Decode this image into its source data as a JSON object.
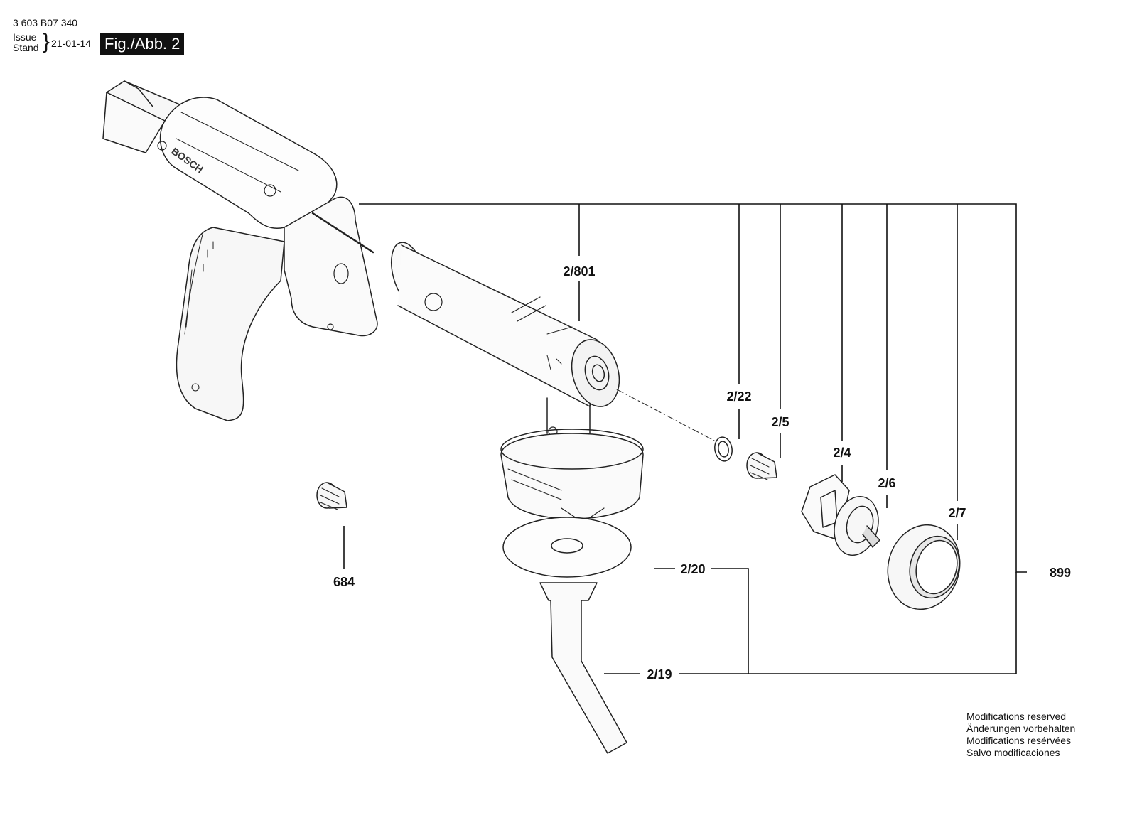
{
  "header": {
    "part_number": "3 603 B07 340",
    "issue_label": "Issue",
    "stand_label": "Stand",
    "issue_date": "21-01-14",
    "figure_label": "Fig./Abb. 2"
  },
  "callouts": [
    "2/801",
    "2/22",
    "2/5",
    "2/4",
    "2/6",
    "2/7",
    "899",
    "2/20",
    "2/19",
    "684"
  ],
  "brand_mark": "BOSCH",
  "notes": [
    "Modifications reserved",
    "Änderungen vorbehalten",
    "Modifications resérvées",
    "Salvo modificaciones"
  ]
}
